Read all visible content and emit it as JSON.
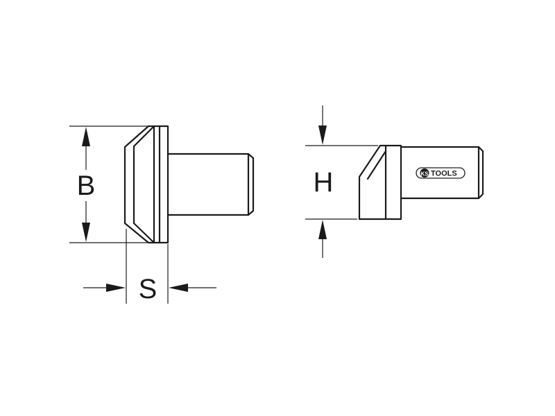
{
  "labels": {
    "width_across": "B",
    "thickness": "S",
    "height": "H"
  },
  "logo": {
    "text": "KS TOOLS",
    "prefix": "KS",
    "suffix": "TOOLS"
  }
}
